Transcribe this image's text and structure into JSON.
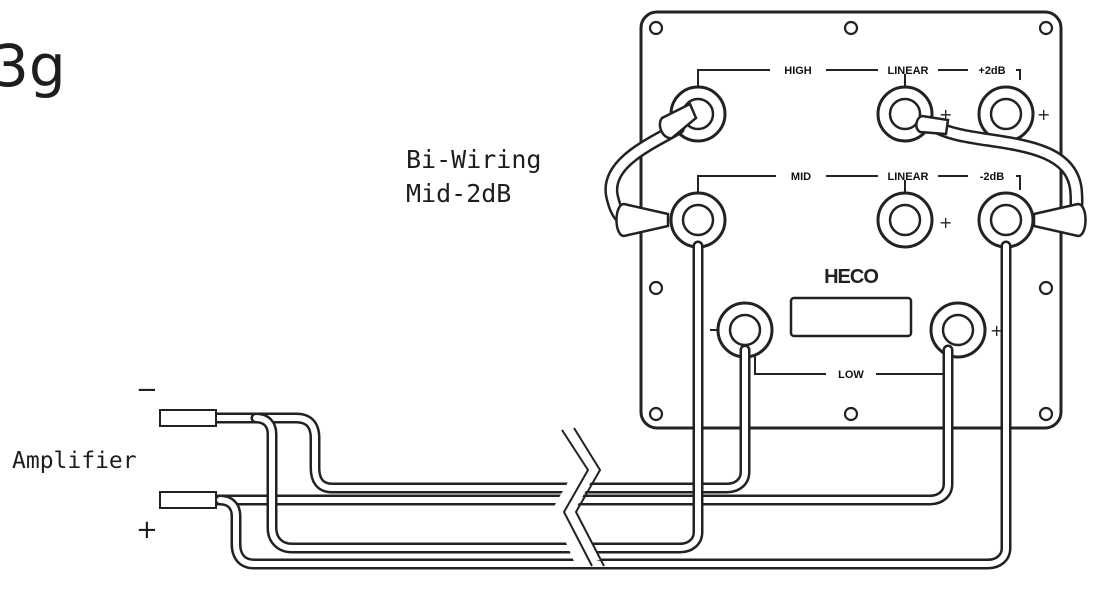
{
  "page": {
    "partial_label": "3g"
  },
  "terminals": {
    "high": "HIGH",
    "linear_top": "LINEAR",
    "plus_2db": "+2dB",
    "mid": "MID",
    "linear_mid": "LINEAR",
    "minus_2db": "-2dB",
    "low": "LOW",
    "plus_sign": "+"
  },
  "brand": "HECO",
  "annotation": {
    "line1": "Bi-Wiring",
    "line2": "Mid-2dB"
  },
  "amplifier": {
    "label": "Amplifier",
    "minus": "−",
    "plus": "+"
  },
  "colors": {
    "line": "#222222",
    "background": "#ffffff"
  }
}
